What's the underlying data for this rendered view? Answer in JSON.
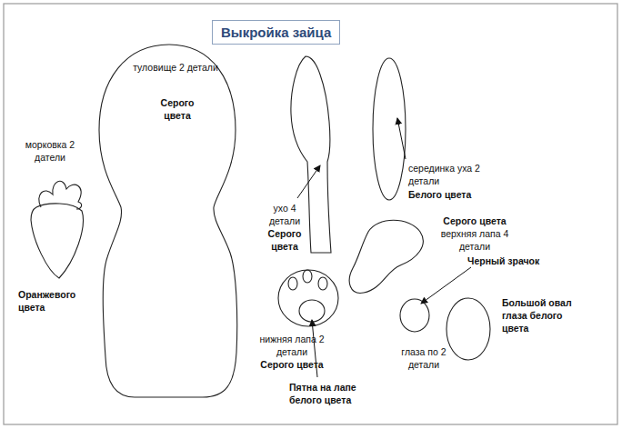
{
  "diagram": {
    "title": "Выкройка зайца",
    "nodes": [
      {
        "text": [
          "туловище 2 детали",
          "Серого цвета"
        ]
      }
    ],
    "labels": [
      "морковка 2 датели",
      "Оранжевого цвета",
      "ухо 4 детали",
      "Серого цвета",
      "серединка уха 2 детали",
      "Белого цвета",
      "Серого цвета",
      "верхняя лапа 4 детали",
      "Черный зрачок",
      "Большой овал глаза белого цвета",
      "глаза по 2 детали",
      "нижняя лапа 2 детали",
      "Серого цвета",
      "Пятна на лапе белого цвета"
    ]
  }
}
